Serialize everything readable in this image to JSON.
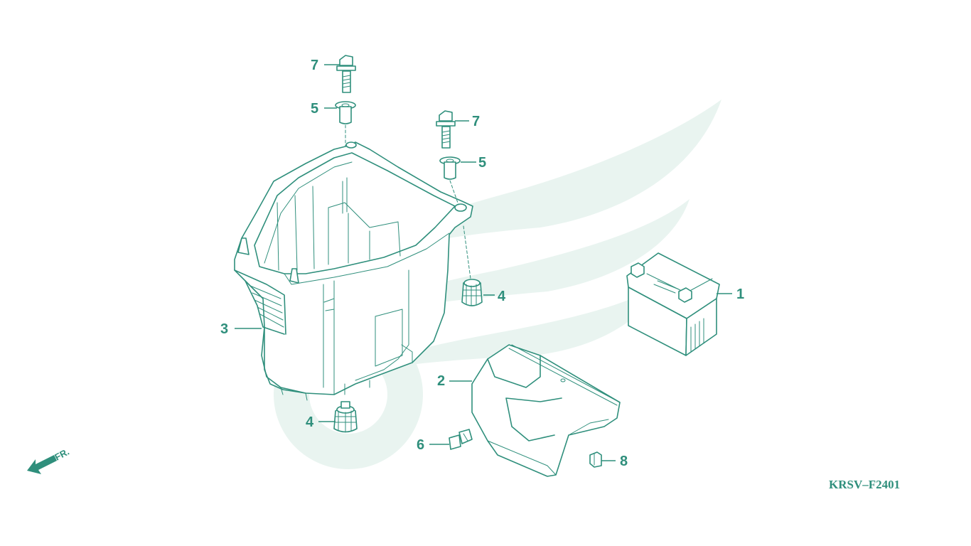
{
  "diagram": {
    "drawing_code": "KRSV–F2401",
    "front_marker": "FR.",
    "callouts": [
      {
        "id": "c1",
        "label": "1"
      },
      {
        "id": "c2",
        "label": "2"
      },
      {
        "id": "c3",
        "label": "3"
      },
      {
        "id": "c4a",
        "label": "4"
      },
      {
        "id": "c4b",
        "label": "4"
      },
      {
        "id": "c5a",
        "label": "5"
      },
      {
        "id": "c5b",
        "label": "5"
      },
      {
        "id": "c6",
        "label": "6"
      },
      {
        "id": "c7a",
        "label": "7"
      },
      {
        "id": "c7b",
        "label": "7"
      },
      {
        "id": "c8",
        "label": "8"
      }
    ]
  },
  "colors": {
    "line": "#2f8f7c",
    "watermark": "#e9f4f0",
    "background": "#ffffff"
  },
  "icons": {
    "front_arrow": "arrow-left-down-icon",
    "watermark": "wing-logo-watermark"
  }
}
